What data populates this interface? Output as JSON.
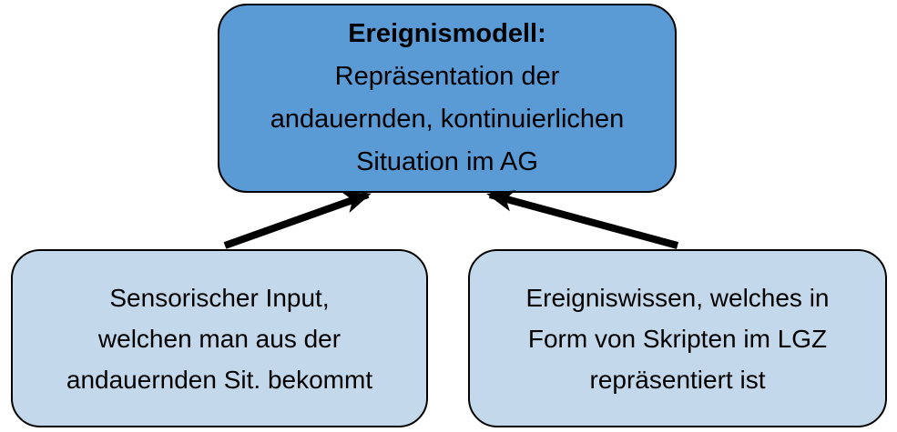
{
  "diagram": {
    "colors": {
      "background": "#ffffff",
      "top_box_fill": "#5b9bd5",
      "bottom_box_fill": "#c4d8ec",
      "border": "#000000",
      "arrow": "#000000",
      "text": "#000000"
    },
    "nodes": {
      "event_model": {
        "title": "Ereignismodell:",
        "lines": [
          "Repräsentation der",
          "andauernden, kontinuierlichen",
          "Situation im AG"
        ]
      },
      "sensory_input": {
        "lines": [
          "Sensorischer Input,",
          "welchen man aus der",
          "andauernden Sit. bekommt"
        ]
      },
      "event_knowledge": {
        "lines": [
          "Ereigniswissen, welches in",
          "Form von Skripten im LGZ",
          "repräsentiert ist"
        ]
      }
    },
    "edges": [
      {
        "from": "sensory_input",
        "to": "event_model"
      },
      {
        "from": "event_knowledge",
        "to": "event_model"
      }
    ]
  }
}
